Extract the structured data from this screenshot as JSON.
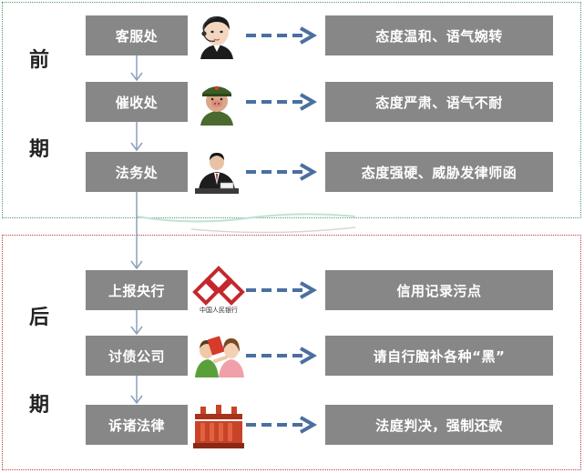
{
  "diagram": {
    "early_period": {
      "label_top": "前",
      "label_bottom": "期"
    },
    "late_period": {
      "label_top": "后",
      "label_bottom": "期"
    },
    "stages": [
      {
        "stage": "客服处",
        "icon": "customer-service-agent-icon",
        "result": "态度温和、语气婉转"
      },
      {
        "stage": "催收处",
        "icon": "soldier-collector-icon",
        "result": "态度严肃、语气不耐"
      },
      {
        "stage": "法务处",
        "icon": "lawyer-at-desk-icon",
        "result": "态度强硬、威胁发律师函"
      },
      {
        "stage": "上报央行",
        "icon": "central-bank-logo-icon",
        "result": "信用记录污点"
      },
      {
        "stage": "讨债公司",
        "icon": "debt-collector-fight-icon",
        "result": "请自行脑补各种“黑”"
      },
      {
        "stage": "诉诸法律",
        "icon": "court-building-icon",
        "result": "法庭判决，强制还款"
      }
    ],
    "bank_logo_text": "中国人民银行",
    "colors": {
      "box_fill": "#878787",
      "box_text": "#ffffff",
      "dashed_arrow": "#4a6fa0",
      "flow_arrow": "#8aa0b8",
      "early_border": "#4f9a6a",
      "late_border": "#b04040"
    }
  }
}
